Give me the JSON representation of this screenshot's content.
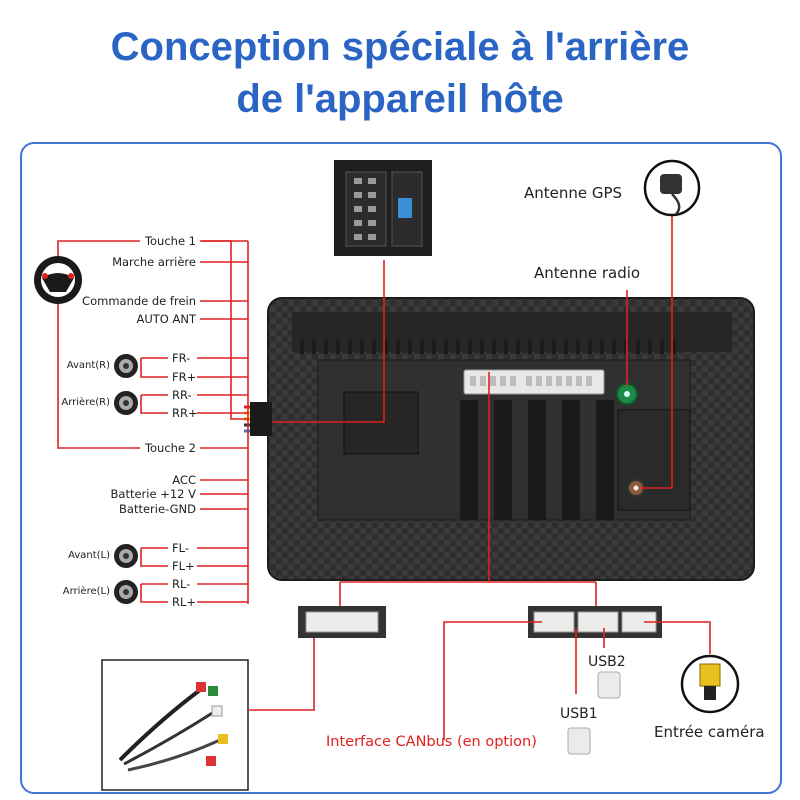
{
  "title": {
    "line1": "Conception spéciale à l'arrière",
    "line2": "de l'appareil hôte"
  },
  "colors": {
    "title": "#2a64c4",
    "wire": "#e02020",
    "frame": "#3f76d2",
    "unit": "#2b2b2b"
  },
  "left_wires": {
    "touche1": "Touche 1",
    "marche_arriere": "Marche arrière",
    "commande_frein": "Commande de frein",
    "auto_ant": "AUTO ANT",
    "touche2": "Touche 2",
    "acc": "ACC",
    "batterie_12v": "Batterie +12 V",
    "batterie_gnd": "Batterie-GND"
  },
  "speakers": {
    "avant_r": "Avant(R)",
    "fr_minus": "FR-",
    "fr_plus": "FR+",
    "arriere_r": "Arrière(R)",
    "rr_minus": "RR-",
    "rr_plus": "RR+",
    "avant_l": "Avant(L)",
    "fl_minus": "FL-",
    "fl_plus": "FL+",
    "arriere_l": "Arrière(L)",
    "rl_minus": "RL-",
    "rl_plus": "RL+"
  },
  "antennas": {
    "gps": "Antenne GPS",
    "radio": "Antenne radio"
  },
  "ports": {
    "usb1": "USB1",
    "usb2": "USB2",
    "camera": "Entrée caméra",
    "canbus": "Interface CANbus (en option)"
  },
  "icons": [
    "steering-wheel-icon",
    "speaker-icon",
    "gps-antenna-icon",
    "camera-plug-icon",
    "usb-plug-icon"
  ]
}
